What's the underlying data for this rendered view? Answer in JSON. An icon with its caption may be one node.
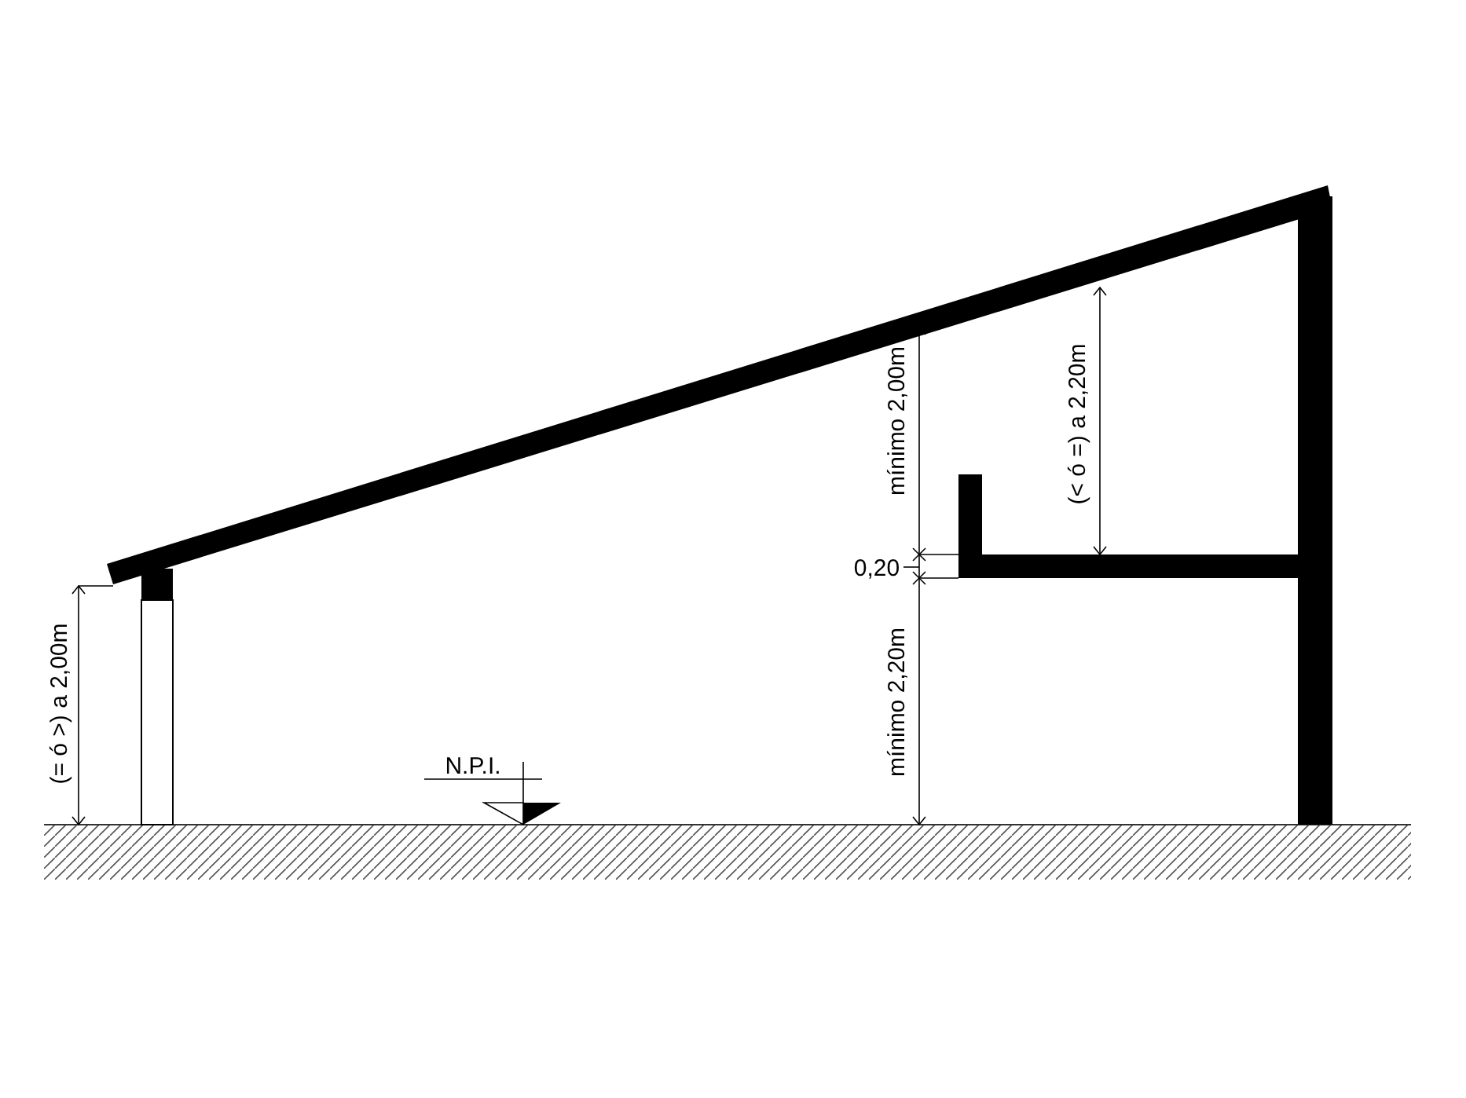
{
  "diagram": {
    "labels": [
      "(= ó >) a 2,00m",
      "mínimo 2,00m",
      "(< ó =) a 2,20m",
      "0,20",
      "mínimo 2,20m",
      "N.P.I."
    ]
  }
}
